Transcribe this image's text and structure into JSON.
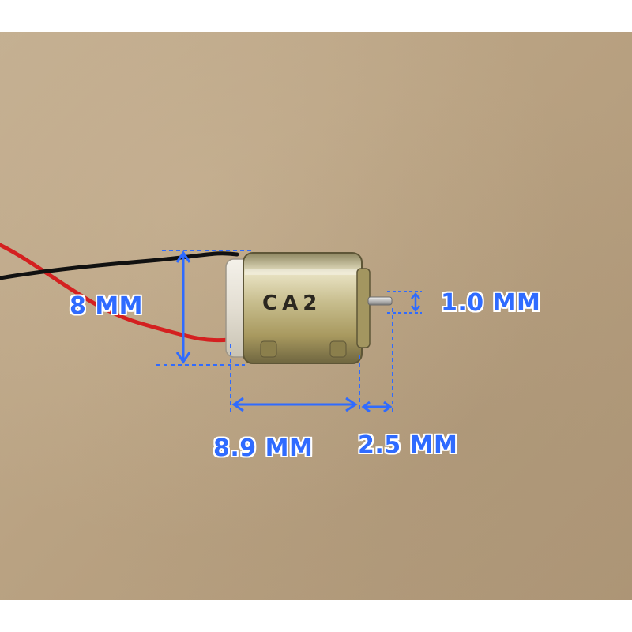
{
  "image": {
    "subject": "motor",
    "motor_marking": "CA2",
    "background_color": "#b9a282",
    "annotation_color": "#2f6bff",
    "wire_colors": [
      "#d42020",
      "#111111"
    ]
  },
  "dimensions": {
    "height_label": "8 MM",
    "shaft_diameter_label": "1.0 MM",
    "body_length_label": "8.9 MM",
    "shaft_length_label": "2.5 MM"
  }
}
